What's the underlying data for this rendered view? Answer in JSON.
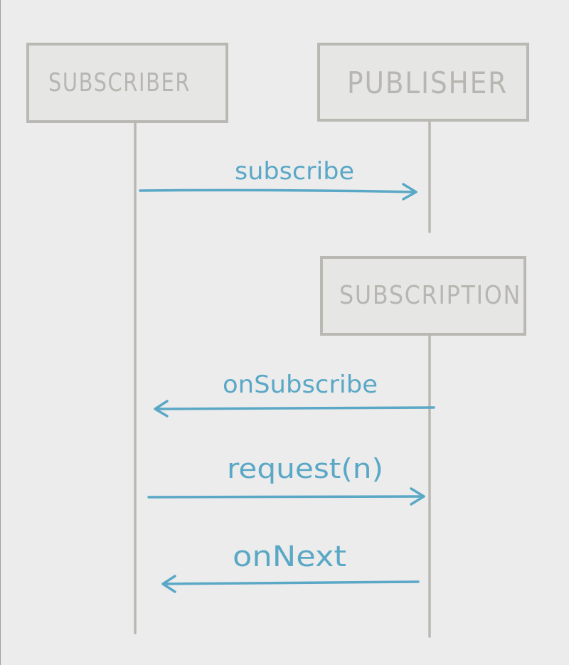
{
  "diagram": {
    "type": "sequence",
    "colors": {
      "background": "#ececec",
      "actor_stroke": "#b9b8b3",
      "actor_text": "#b7b6b1",
      "message": "#5aa8c6"
    },
    "participants": {
      "subscriber": "SUBSCRIBER",
      "publisher": "PUBLISHER",
      "subscription": "SUBSCRIPTION"
    },
    "messages": [
      {
        "label": "subscribe",
        "from": "SUBSCRIBER",
        "to": "PUBLISHER"
      },
      {
        "label": "onSubscribe",
        "from": "SUBSCRIPTION",
        "to": "SUBSCRIBER"
      },
      {
        "label": "request(n)",
        "from": "SUBSCRIBER",
        "to": "SUBSCRIPTION"
      },
      {
        "label": "onNext",
        "from": "SUBSCRIPTION",
        "to": "SUBSCRIBER"
      }
    ]
  }
}
